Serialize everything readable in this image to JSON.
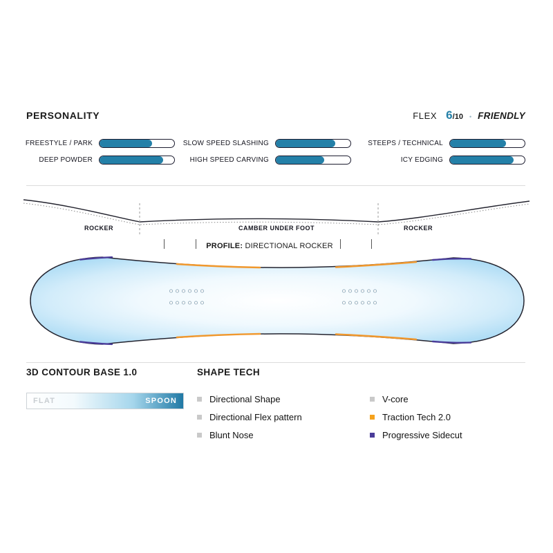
{
  "colors": {
    "accent": "#2480a8",
    "bar_outline": "#1b1b2e",
    "orange": "#f0982e",
    "purple": "#4a3c99",
    "bullet_gray": "#c9c9c9"
  },
  "personality": {
    "title": "PERSONALITY",
    "flex": {
      "label": "FLEX",
      "value": "6",
      "max": "/10",
      "separator": "•",
      "descriptor": "FRIENDLY"
    },
    "ratings": [
      {
        "label": "FREESTYLE / PARK",
        "percent": 70
      },
      {
        "label": "SLOW SPEED SLASHING",
        "percent": 80
      },
      {
        "label": "STEEPS / TECHNICAL",
        "percent": 75
      },
      {
        "label": "DEEP POWDER",
        "percent": 85
      },
      {
        "label": "HIGH SPEED CARVING",
        "percent": 65
      },
      {
        "label": "ICY EDGING",
        "percent": 85
      }
    ]
  },
  "profile": {
    "zones": [
      "ROCKER",
      "CAMBER UNDER FOOT",
      "ROCKER"
    ],
    "label": "PROFILE:",
    "value": "DIRECTIONAL ROCKER"
  },
  "base": {
    "title": "3D CONTOUR BASE 1.0",
    "scale_left": "FLAT",
    "scale_right": "SPOON"
  },
  "shape_tech": {
    "title": "SHAPE TECH",
    "items_left": [
      {
        "label": "Directional Shape",
        "color": "#c9c9c9"
      },
      {
        "label": "Directional Flex pattern",
        "color": "#c9c9c9"
      },
      {
        "label": "Blunt Nose",
        "color": "#c9c9c9"
      }
    ],
    "items_right": [
      {
        "label": "V-core",
        "color": "#c9c9c9"
      },
      {
        "label": "Traction Tech 2.0",
        "color": "#f5a21d"
      },
      {
        "label": "Progressive Sidecut",
        "color": "#4a3c99"
      }
    ]
  }
}
